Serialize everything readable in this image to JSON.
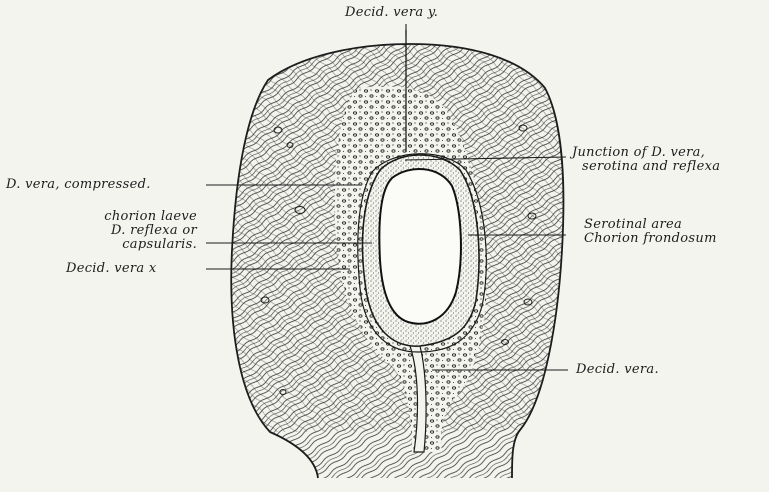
{
  "labels": {
    "decid_vera_y": "Decid. vera y.",
    "junction_line1": "Junction of D. vera,",
    "junction_line2": "serotina and reflexa",
    "d_vera_compressed": "D. vera, compressed.",
    "chorion_laeve": "chorion laeve",
    "d_reflexa_or": "D. reflexa or",
    "capsularis": "capsularis.",
    "decid_vera_x": "Decid. vera x",
    "serotinal_area": "Serotinal area",
    "chorion_frondosum": "Chorion frondosum",
    "decid_vera": "Decid. vera."
  },
  "colors": {
    "ink": "#1c1c1c",
    "paper": "#f4f4ef"
  }
}
